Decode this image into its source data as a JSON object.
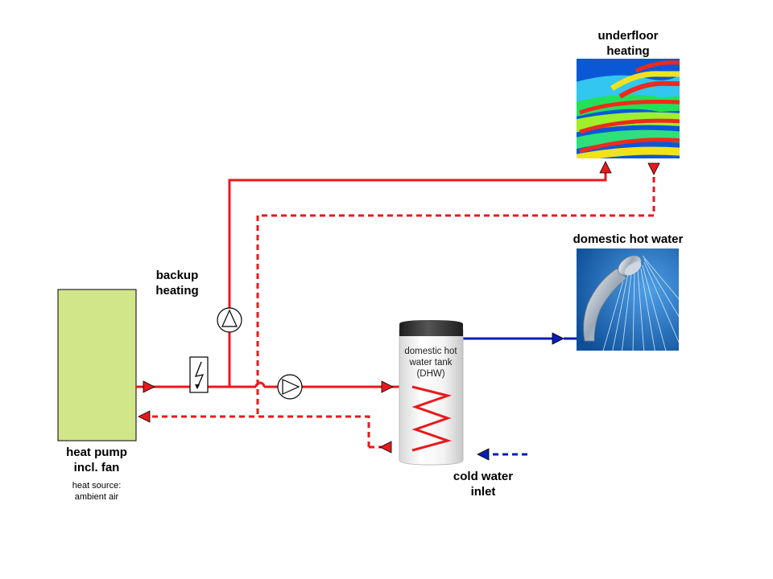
{
  "labels": {
    "underfloor_heating": [
      "underfloor",
      "heating"
    ],
    "domestic_hot_water": "domestic hot water",
    "backup_heating": [
      "backup",
      "heating"
    ],
    "heat_pump": [
      "heat pump",
      "incl. fan"
    ],
    "heat_source": [
      "heat source:",
      "ambient air"
    ],
    "tank": [
      "domestic hot",
      "water tank",
      "(DHW)"
    ],
    "cold_water_inlet": [
      "cold water",
      "inlet"
    ]
  },
  "colors": {
    "supply_line": "#e8191c",
    "return_line": "#e8191c",
    "water_line": "#0a1eb4",
    "heat_pump_body": "#d1e589",
    "tank_cap": "#333333",
    "shower_background": "#1a6fc0"
  },
  "icons": {
    "pump": "circulation-pump-icon",
    "backup_heater": "electric-heater-icon",
    "underfloor": "underfloor-heating-thermal-image",
    "shower": "shower-head-image"
  }
}
